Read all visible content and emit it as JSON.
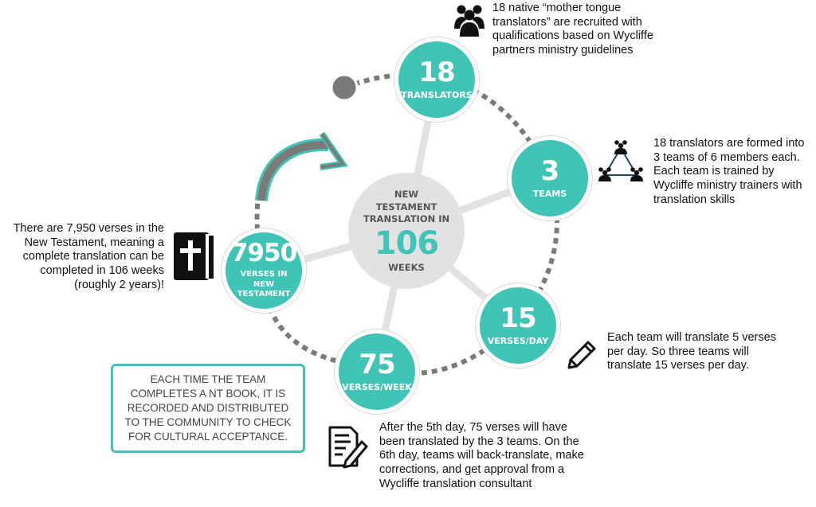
{
  "center": {
    "title": "NEW TESTAMENT TRANSLATION IN",
    "number": "106",
    "unit": "WEEKS"
  },
  "nodes": [
    {
      "id": "translators",
      "number": "18",
      "label": "TRANSLATORS"
    },
    {
      "id": "teams",
      "number": "3",
      "label": "TEAMS"
    },
    {
      "id": "verses-day",
      "number": "15",
      "label": "VERSES/DAY"
    },
    {
      "id": "verses-week",
      "number": "75",
      "label": "VERSES/WEEK"
    },
    {
      "id": "verses-nt",
      "number": "7950",
      "label": "VERSES IN NEW TESTAMENT"
    }
  ],
  "descriptions": {
    "translators": "18 native “mother tongue translators” are recruited with qualifications based on Wycliffe partners ministry guidelines",
    "teams": "18 translators are formed into 3 teams of 6 members each. Each team is trained by Wycliffe ministry trainers with translation skills",
    "verses_day": "Each team will translate 5 verses per day. So three teams will translate 15 verses per day.",
    "verses_week": "After the 5th day, 75 verses will have been translated by the 3 teams. On the 6th day, teams will back-translate, make corrections, and get approval from a Wycliffe translation consultant",
    "verses_nt": "There are 7,950 verses in the New Testament, meaning a complete translation can be completed in 106 weeks (roughly 2 years)!"
  },
  "note": "EACH TIME THE TEAM COMPLETES A NT BOOK, IT IS RECORDED AND DISTRIBUTED TO THE COMMUNITY TO CHECK FOR CULTURAL ACCEPTANCE.",
  "icons": [
    "people-group-icon",
    "team-triangle-icon",
    "pencil-icon",
    "document-pen-icon",
    "bible-icon"
  ],
  "colors": {
    "accent": "#3fc4b5",
    "center": "#e2e2e2",
    "dots": "#7a7a7a",
    "text": "#111111"
  }
}
